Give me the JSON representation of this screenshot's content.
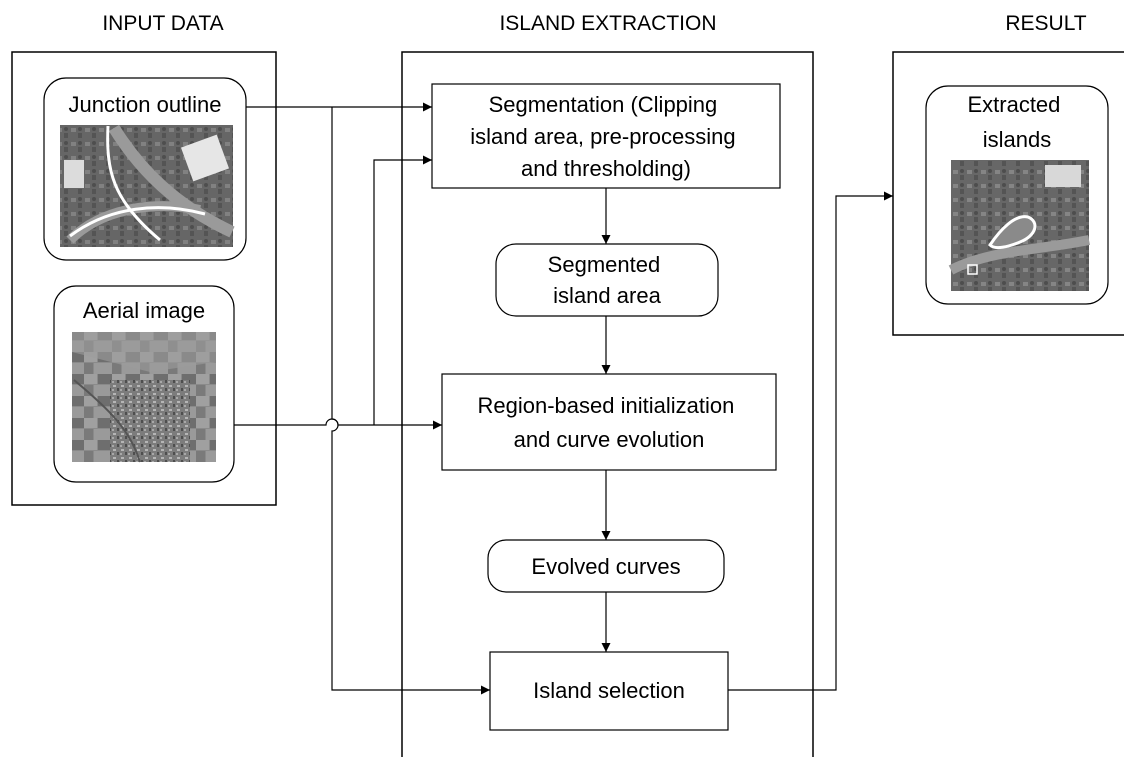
{
  "headers": {
    "input": "INPUT DATA",
    "extraction": "ISLAND EXTRACTION",
    "result": "RESULT"
  },
  "inputs": {
    "junction": {
      "lines": [
        "Junction outline"
      ],
      "thumbnail": "junction-outline-aerial-thumbnail"
    },
    "aerial": {
      "lines": [
        "Aerial image"
      ],
      "thumbnail": "aerial-image-thumbnail"
    }
  },
  "steps": {
    "segmentation": [
      "Segmentation (Clipping",
      "island area, pre-processing",
      "and thresholding)"
    ],
    "segmented": [
      "Segmented",
      "island area"
    ],
    "region": [
      "Region-based initialization",
      "and curve evolution"
    ],
    "evolved": [
      "Evolved curves"
    ],
    "selection": [
      "Island selection"
    ]
  },
  "result": {
    "lines": [
      "Extracted",
      "islands"
    ],
    "thumbnail": "extracted-islands-thumbnail"
  }
}
